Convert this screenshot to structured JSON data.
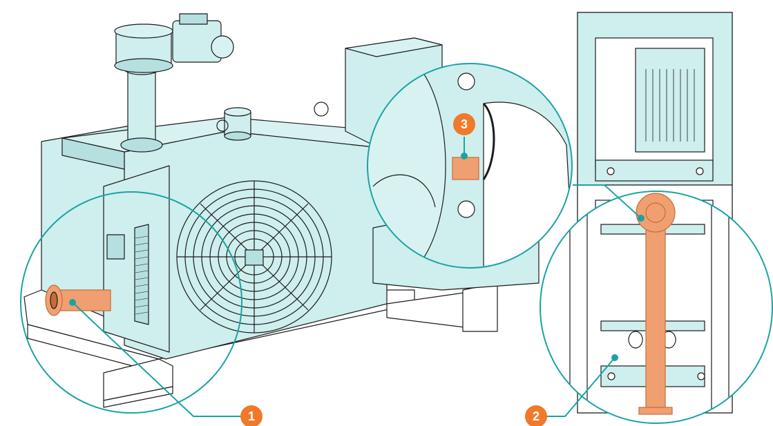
{
  "colors": {
    "machine_fill": "#cfeeee",
    "machine_fill_dark": "#b6e0e0",
    "outline": "#1a1a1a",
    "highlight": "#f0a070",
    "highlight_stroke": "#c86a3a",
    "leader": "#1aa3a3",
    "badge": "#f07a2a",
    "frame_fill": "#ffffff"
  },
  "callouts": [
    {
      "id": "1",
      "label": "1"
    },
    {
      "id": "2",
      "label": "2"
    },
    {
      "id": "3",
      "label": "3"
    }
  ]
}
